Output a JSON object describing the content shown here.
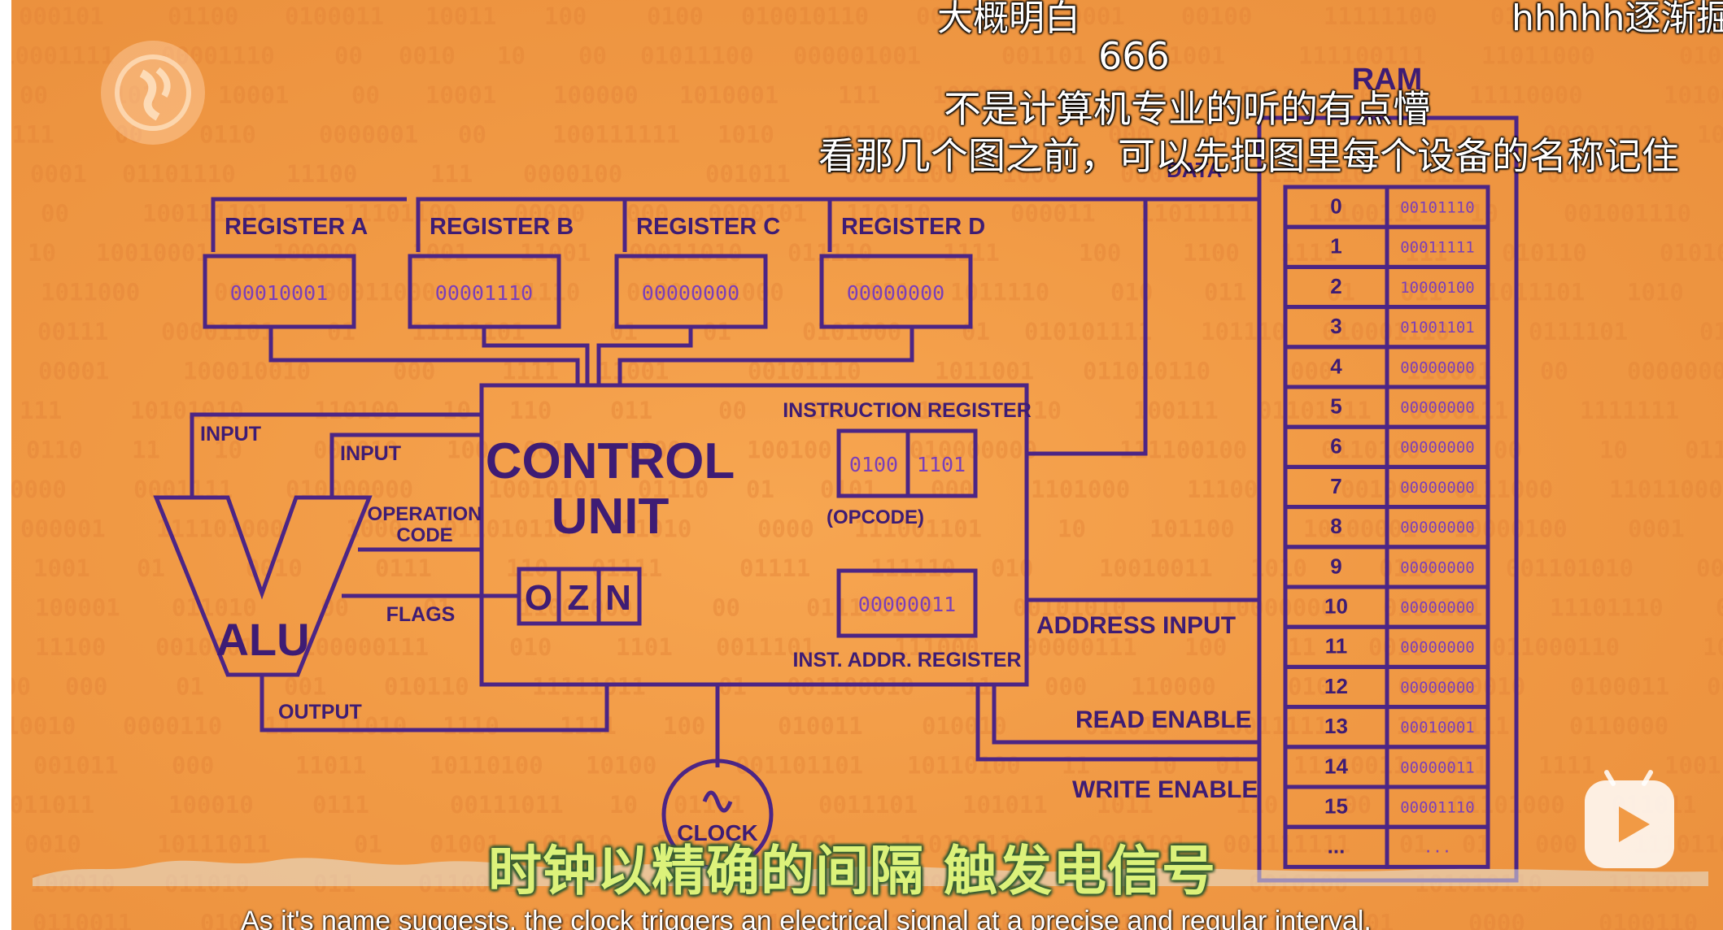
{
  "danmaku": [
    "大概明白",
    "hhhhh逐渐掘",
    "666",
    "不是计算机专业的听的有点懵",
    "看那几个图之前，可以先把图里每个设备的名称记住"
  ],
  "diagram": {
    "registers": [
      {
        "label": "REGISTER A",
        "value": "00010001"
      },
      {
        "label": "REGISTER B",
        "value": "00001110"
      },
      {
        "label": "REGISTER C",
        "value": "00000000"
      },
      {
        "label": "REGISTER D",
        "value": "00000000"
      }
    ],
    "control_unit": {
      "title_line1": "CONTROL",
      "title_line2": "UNIT",
      "instruction_register_label": "INSTRUCTION REGISTER",
      "opcode_value": "0100",
      "address_value": "1101",
      "opcode_label": "(OPCODE)",
      "inst_addr_value": "00000011",
      "inst_addr_label": "INST. ADDR. REGISTER",
      "flags": [
        "O",
        "Z",
        "N"
      ]
    },
    "alu": {
      "label": "ALU",
      "input_a_label": "INPUT",
      "input_b_label": "INPUT",
      "opcode_label_line1": "OPERATION",
      "opcode_label_line2": "CODE",
      "flags_label": "FLAGS",
      "output_label": "OUTPUT"
    },
    "clock_label": "CLOCK",
    "bus_labels": {
      "data": "DATA",
      "address_input": "ADDRESS INPUT",
      "read_enable": "READ ENABLE",
      "write_enable": "WRITE ENABLE"
    },
    "ram": {
      "title": "RAM",
      "rows": [
        {
          "addr": "0",
          "val": "00101110"
        },
        {
          "addr": "1",
          "val": "00011111"
        },
        {
          "addr": "2",
          "val": "10000100"
        },
        {
          "addr": "3",
          "val": "01001101"
        },
        {
          "addr": "4",
          "val": "00000000"
        },
        {
          "addr": "5",
          "val": "00000000"
        },
        {
          "addr": "6",
          "val": "00000000"
        },
        {
          "addr": "7",
          "val": "00000000"
        },
        {
          "addr": "8",
          "val": "00000000"
        },
        {
          "addr": "9",
          "val": "00000000"
        },
        {
          "addr": "10",
          "val": "00000000"
        },
        {
          "addr": "11",
          "val": "00000000"
        },
        {
          "addr": "12",
          "val": "00000000"
        },
        {
          "addr": "13",
          "val": "00010001"
        },
        {
          "addr": "14",
          "val": "00000011"
        },
        {
          "addr": "15",
          "val": "00001110"
        },
        {
          "addr": "...",
          "val": "..."
        }
      ]
    }
  },
  "subtitles": {
    "chinese": "时钟以精确的间隔  触发电信号",
    "english": "As it's name suggests, the clock triggers an electrical signal at a precise and regular interval."
  },
  "icons": {
    "play": "bilibili-play-icon",
    "logo": "pbs-logo-icon"
  },
  "colors": {
    "background": "#f19a45",
    "diagram_lines": "#4c2585",
    "value_text": "#7b3fb8",
    "subtitle_cn": "#dcf27a"
  }
}
